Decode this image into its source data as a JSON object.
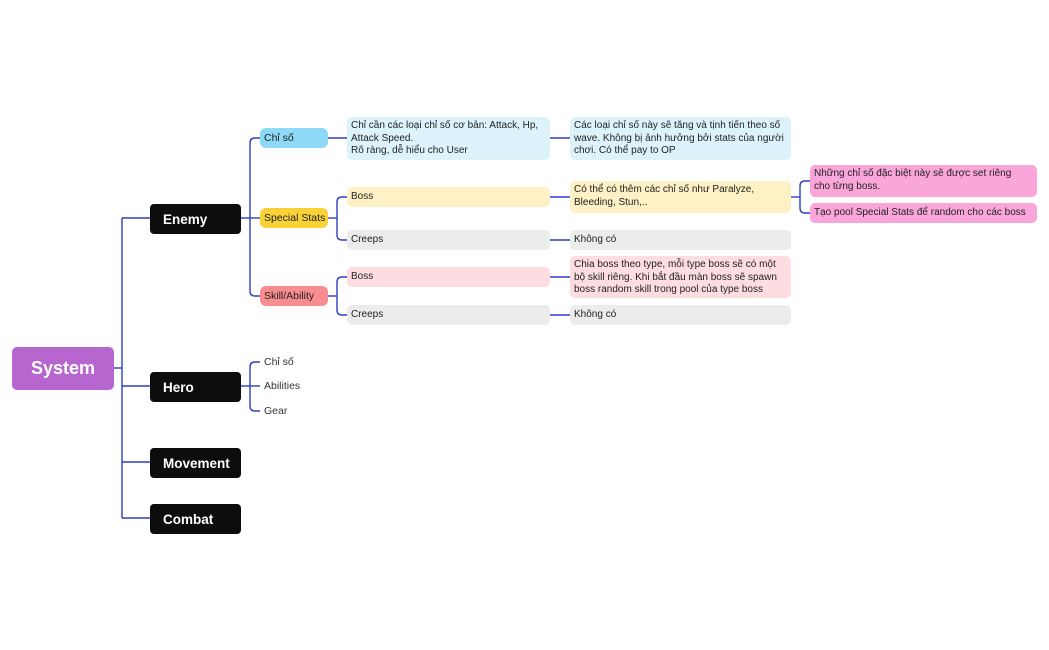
{
  "root": {
    "label": "System"
  },
  "enemy": {
    "label": "Enemy",
    "chi_so": {
      "label": "Chỉ số",
      "desc": [
        "Chỉ cần các loại chỉ số cơ bản: Attack, Hp,",
        "Attack Speed.",
        "Rõ ràng, dễ hiểu cho User"
      ],
      "detail": [
        "Các loại chỉ số này sẽ tăng và tịnh tiến theo số",
        "wave. Không bị ảnh hưởng bởi stats của người",
        "chơi. Có thể pay to OP"
      ]
    },
    "special_stats": {
      "label": "Special Stats",
      "boss": {
        "label": "Boss",
        "desc": [
          "Có thể có thêm các chỉ số như Paralyze,",
          "Bleeding, Stun,.."
        ],
        "notes": [
          [
            "Những chỉ số đặc biệt này sẽ được set riêng",
            "cho từng boss."
          ],
          [
            "Tạo pool Special Stats để random cho các boss"
          ]
        ]
      },
      "creeps": {
        "label": "Creeps",
        "desc": "Không có"
      }
    },
    "skill_ability": {
      "label": "Skill/Ability",
      "boss": {
        "label": "Boss",
        "desc": [
          "Chia boss theo type, mỗi type boss sẽ có một",
          "bộ skill riêng. Khi bắt đầu màn boss sẽ spawn",
          "boss random skill trong pool của type boss"
        ]
      },
      "creeps": {
        "label": "Creeps",
        "desc": "Không có"
      }
    }
  },
  "hero": {
    "label": "Hero",
    "items": [
      "Chỉ số",
      "Abilities",
      "Gear"
    ]
  },
  "movement": {
    "label": "Movement"
  },
  "combat": {
    "label": "Combat"
  },
  "colors": {
    "root": "#b766cf",
    "main": "#0d0d0d",
    "line": "#2f3fc2",
    "chi_so": "#8ed8f8",
    "special_stats": "#f9d237",
    "skill_ability": "#f88d8f",
    "note": "#fba6da"
  }
}
